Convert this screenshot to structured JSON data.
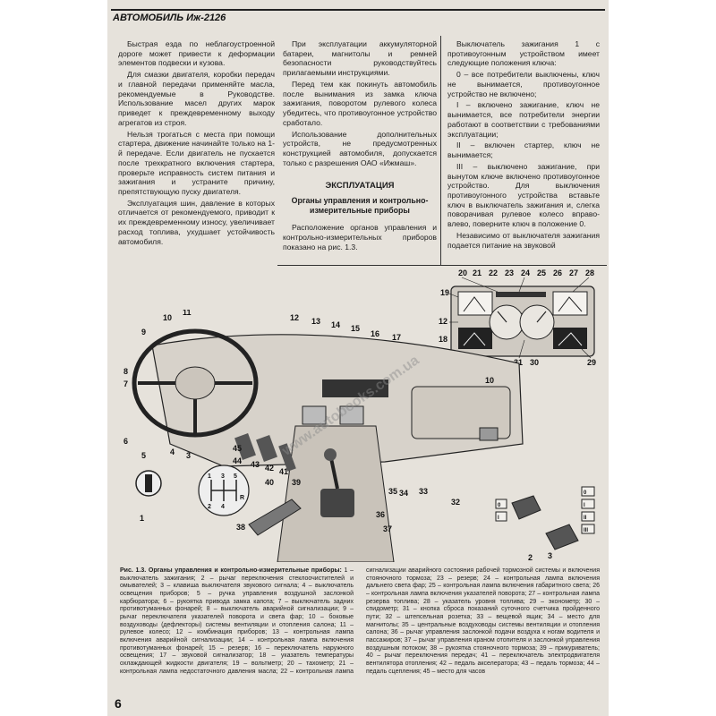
{
  "header": {
    "title": "АВТОМОБИЛЬ Иж-2126"
  },
  "page_number": "6",
  "column1": [
    "Быстрая езда по неблагоустроенной дороге может привести к деформации элементов подвески и кузова.",
    "Для смазки двигателя, коробки передач и главной передачи применяйте масла, рекомендуемые в Руководстве. Использование масел других марок приведет к преждевременному выходу агрегатов из строя.",
    "Нельзя трогаться с места при помощи стартера, движение начинайте только на 1-й передаче. Если двигатель не пускается после трехкратного включения стартера, проверьте исправность систем питания и зажигания и устраните причину, препятствующую пуску двигателя.",
    "Эксплуатация шин, давление в которых отличается от рекомендуемого, приводит к их преждевременному износу, увеличивает расход топлива, ухудшает устойчивость автомобиля."
  ],
  "column2": [
    "При эксплуатации аккумуляторной батареи, магнитолы и ремней безопасности руководствуйтесь прилагаемыми инструкциями.",
    "Перед тем как покинуть автомобиль после вынимания из замка ключа зажигания, поворотом рулевого колеса убедитесь, что противоугонное устройство сработало.",
    "Использование дополнительных устройств, не предусмотренных конструкцией автомобиля, допускается только с разрешения ОАО «Ижмаш»."
  ],
  "section_title": "ЭКСПЛУАТАЦИЯ",
  "subsection_title": "Органы управления и контрольно-измерительные приборы",
  "column2_after": [
    "Расположение органов управления и контрольно-измерительных приборов показано на рис. 1.3."
  ],
  "column3": [
    "Выключатель зажигания 1 с противоугонным устройством имеет следующие положения ключа:",
    "0 – все потребители выключены, ключ не вынимается, противоугонное устройство не включено;",
    "I – включено зажигание, ключ не вынимается, все потребители энергии работают в соответствии с требованиями эксплуатации;",
    "II – включен стартер, ключ не вынимается;",
    "III – выключено зажигание, при вынутом ключе включено противоугонное устройство. Для выключения противоугонного устройства вставьте ключ в выключатель зажигания и, слегка поворачивая рулевое колесо вправо-влево, поверните ключ в положение 0.",
    "Независимо от выключателя зажигания подается питание на звуковой"
  ],
  "watermark": "www.autobooks.com.ua",
  "figure": {
    "callouts_main": [
      "1",
      "2",
      "3",
      "4",
      "5",
      "6",
      "7",
      "8",
      "9",
      "10",
      "11",
      "12",
      "13",
      "14",
      "15",
      "16",
      "17",
      "32",
      "33",
      "34",
      "35",
      "36",
      "37",
      "38",
      "39",
      "40",
      "41",
      "42",
      "43",
      "44",
      "45"
    ],
    "callouts_cluster": [
      "19",
      "20",
      "21",
      "22",
      "23",
      "24",
      "25",
      "26",
      "27",
      "28",
      "12",
      "18",
      "31",
      "30",
      "29"
    ],
    "ignition_positions": [
      "0",
      "I",
      "II",
      "III"
    ],
    "gear_pattern": [
      "1",
      "3",
      "5",
      "2",
      "4",
      "R"
    ],
    "panel_marks": [
      "0",
      "I",
      "II",
      "III"
    ],
    "lower_callouts": [
      "2",
      "3"
    ]
  },
  "caption": {
    "title": "Рис. 1.3. Органы управления и контрольно-измерительные приборы:",
    "text": "1 – выключатель зажигания; 2 – рычаг переключения стеклоочистителей и омывателей; 3 – клавиша выключателя звукового сигнала; 4 – выключатель освещения приборов; 5 – ручка управления воздушной заслонкой карбюратора; 6 – рукоятка привода замка капота; 7 – выключатель задних противотуманных фонарей; 8 – выключатель аварийной сигнализации; 9 – рычаг переключателя указателей поворота и света фар; 10 – боковые воздуховоды (дефлекторы) системы вентиляции и отопления салона; 11 – рулевое колесо; 12 – комбинация приборов; 13 – контрольная лампа включения аварийной сигнализации; 14 – контрольная лампа включения противотуманных фонарей; 15 – резерв; 16 – переключатель наружного освещения; 17 – звуковой сигнализатор; 18 – указатель температуры охлаждающей жидкости двигателя; 19 – вольтметр; 20 – тахометр; 21 – контрольная лампа недостаточного давления масла; 22 – контрольная лампа сигнализации аварийного состояния рабочей тормозной системы и включения стояночного тормоза; 23 – резерв; 24 – контрольная лампа включения дальнего света фар; 25 – контрольная лампа включения габаритного света; 26 – контрольная лампа включения указателей поворота; 27 – контрольная лампа резерва топлива; 28 – указатель уровня топлива; 29 – эконометр; 30 – спидометр; 31 – кнопка сброса показаний суточного счетчика пройденного пути; 32 – штепсельная розетка; 33 – вещевой ящик; 34 – место для магнитолы; 35 – центральные воздуховоды системы вентиляции и отопления салона; 36 – рычаг управления заслонкой подачи воздуха к ногам водителя и пассажиров; 37 – рычаг управления краном отопителя и заслонкой управления воздушным потоком; 38 – рукоятка стояночного тормоза; 39 – прикуриватель; 40 – рычаг переключения передач; 41 – переключатель электродвигателя вентилятора отопления; 42 – педаль акселератора; 43 – педаль тормоза; 44 – педаль сцепления; 45 – место для часов"
  }
}
